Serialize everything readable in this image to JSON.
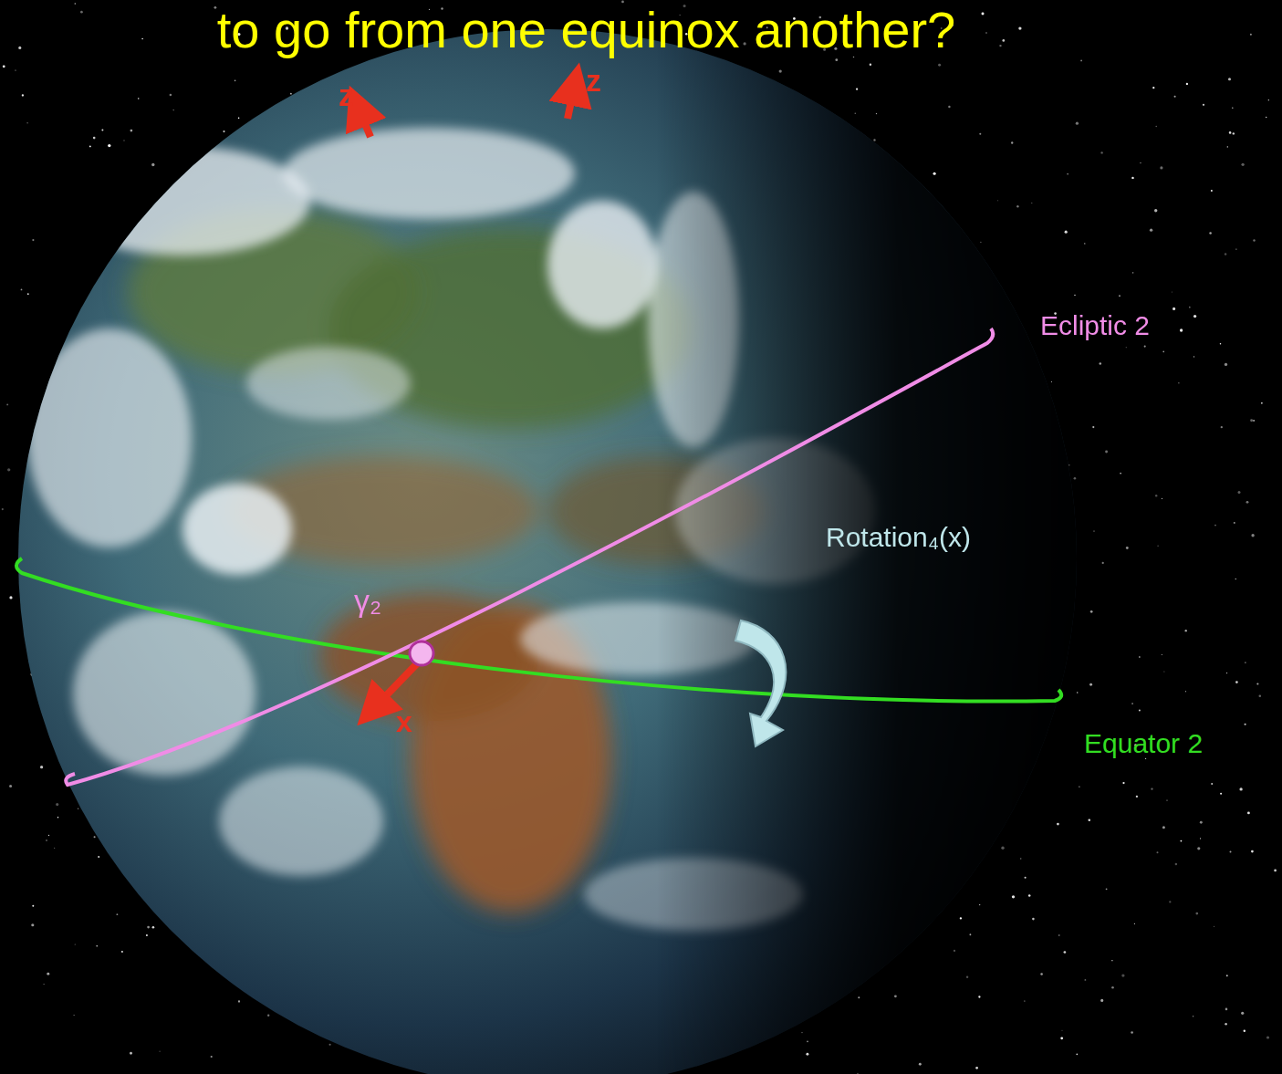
{
  "diagram": {
    "title": "to go from one equinox another?",
    "labels": [
      "z",
      "z",
      "Ecliptic 2",
      "Rotation₄(x)",
      "γ₂",
      "x",
      "Equator 2"
    ]
  }
}
